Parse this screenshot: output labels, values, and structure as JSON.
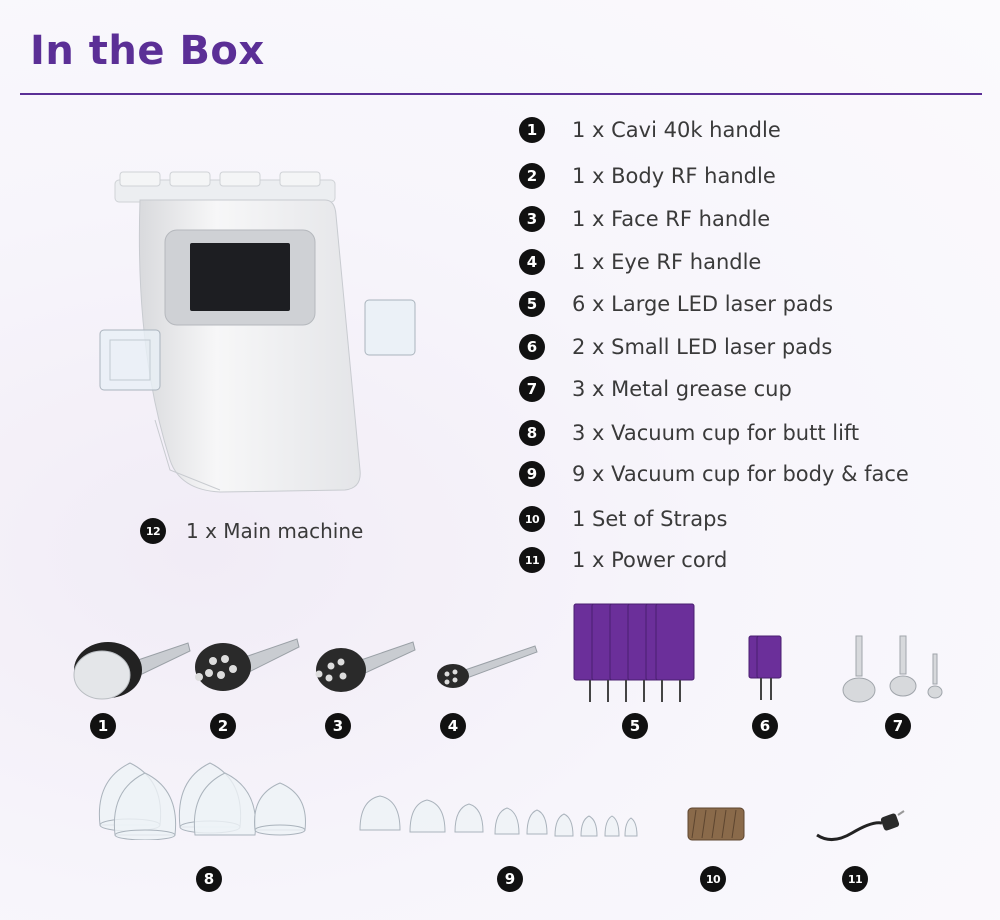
{
  "title": "In the Box",
  "items": [
    {
      "num": "1",
      "label": "1 x Cavi 40k handle"
    },
    {
      "num": "2",
      "label": "1 x Body RF handle"
    },
    {
      "num": "3",
      "label": "1 x Face RF handle"
    },
    {
      "num": "4",
      "label": "1 x Eye RF handle"
    },
    {
      "num": "5",
      "label": "6 x Large LED laser pads"
    },
    {
      "num": "6",
      "label": "2 x Small LED laser pads"
    },
    {
      "num": "7",
      "label": "3 x Metal grease cup"
    },
    {
      "num": "8",
      "label": "3 x Vacuum cup for butt lift"
    },
    {
      "num": "9",
      "label": "9 x Vacuum cup for body & face"
    },
    {
      "num": "10",
      "label": "1 Set of Straps"
    },
    {
      "num": "11",
      "label": "1 x Power cord"
    }
  ],
  "main_machine": {
    "num": "12",
    "label": "1 x Main machine"
  },
  "colors": {
    "title": "#5b2f96",
    "badge": "#111111",
    "pad": "#6b2f9a"
  }
}
